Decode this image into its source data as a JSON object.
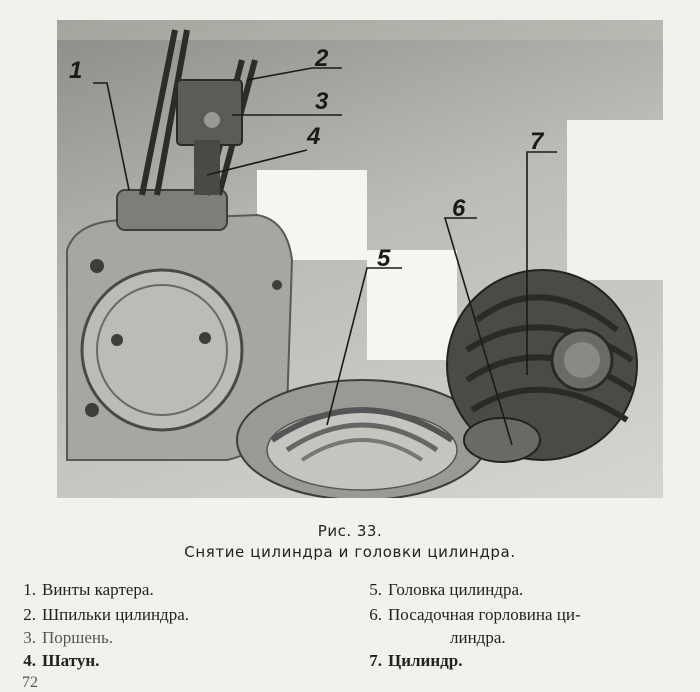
{
  "figure": {
    "callouts": [
      "1",
      "2",
      "3",
      "4",
      "5",
      "6",
      "7"
    ],
    "caption_title": "Рис. 33.",
    "caption_subtitle": "Снятие цилиндра и головки цилиндра."
  },
  "legend": [
    {
      "num": "1.",
      "text": "Винты картера."
    },
    {
      "num": "2.",
      "text": "Шпильки цилиндра."
    },
    {
      "num": "3.",
      "text": "Поршень."
    },
    {
      "num": "4.",
      "text": "Шатун."
    },
    {
      "num": "5.",
      "text": "Головка цилиндра."
    },
    {
      "num": "6.",
      "text": "Посадочная горловина ци-",
      "continuation": "линдра."
    },
    {
      "num": "7.",
      "text": "Цилиндр."
    }
  ],
  "page_number": "72"
}
